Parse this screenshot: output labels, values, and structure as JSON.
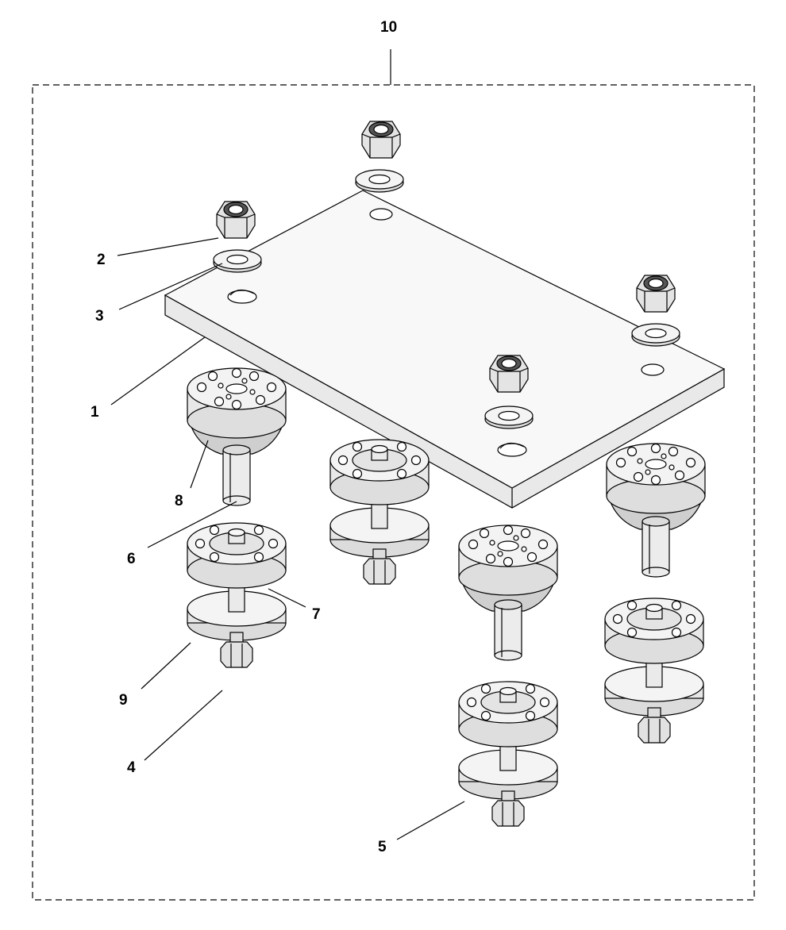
{
  "assembly_label": "10",
  "callouts": {
    "c1": "1",
    "c2": "2",
    "c3": "3",
    "c4": "4",
    "c5": "5",
    "c6": "6",
    "c7": "7",
    "c8": "8",
    "c9": "9"
  }
}
